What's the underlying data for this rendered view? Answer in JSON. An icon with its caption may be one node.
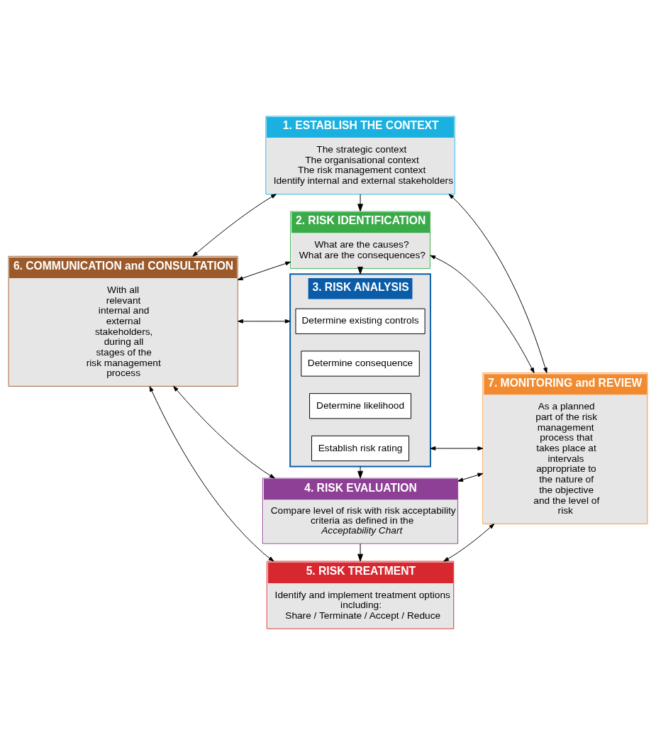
{
  "diagram": {
    "nodes": [
      {
        "text": [
          "6. COMMUNICATION and CONSULTATION",
          "With all relevant internal and external stakeholders, during all stages of the risk management process"
        ]
      },
      {
        "text": [
          "7. MONITORING and REVIEW",
          "As a planned part of the risk management process that takes place at intervals appropriate to the nature of the objective and the level of risk"
        ]
      },
      {
        "text": [
          "1. ESTABLISH THE CONTEXT",
          "The strategic context",
          "The organisational context",
          "The risk management context",
          "Identify internal and external stakeholders"
        ]
      },
      {
        "text": [
          "2. RISK IDENTIFICATION",
          "What are the causes?",
          "What are the consequences?"
        ]
      },
      {
        "text": [
          "3. RISK ANALYSIS"
        ]
      },
      {
        "text": [
          "Determine existing controls"
        ],
        "in": 4
      },
      {
        "text": [
          "Determine consequence"
        ],
        "in": 4
      },
      {
        "text": [
          "Determine likelihood"
        ],
        "in": 4
      },
      {
        "text": [
          "Establish risk rating"
        ],
        "in": 4
      },
      {
        "text": [
          "4. RISK EVALUATION",
          "Compare level of risk with risk acceptability criteria as defined in the *Acceptability Chart*"
        ]
      },
      {
        "text": [
          "5. RISK TREATMENT",
          "Identify and implement treatment options including:",
          "Share / Terminate / Accept / Reduce"
        ]
      }
    ],
    "edges": [
      {
        "from": 0,
        "to": 2,
        "arrow": "both"
      },
      {
        "from": 2,
        "to": 1,
        "arrow": "both"
      },
      {
        "from": 0,
        "to": 3,
        "arrow": "both"
      },
      {
        "from": 3,
        "to": 1,
        "arrow": "both"
      },
      {
        "from": 0,
        "to": 4,
        "arrow": "both"
      },
      {
        "from": 4,
        "to": 1,
        "arrow": "both"
      },
      {
        "from": 0,
        "to": 9,
        "arrow": "both"
      },
      {
        "from": 9,
        "to": 1,
        "arrow": "both"
      },
      {
        "from": 0,
        "to": 10,
        "arrow": "both"
      },
      {
        "from": 10,
        "to": 1,
        "arrow": "both"
      },
      {
        "from": 2,
        "to": 3,
        "arrow": "to"
      },
      {
        "from": 3,
        "to": 4,
        "arrow": "to"
      },
      {
        "from": 4,
        "to": 9,
        "arrow": "to"
      },
      {
        "from": 9,
        "to": 10,
        "arrow": "to"
      }
    ]
  }
}
